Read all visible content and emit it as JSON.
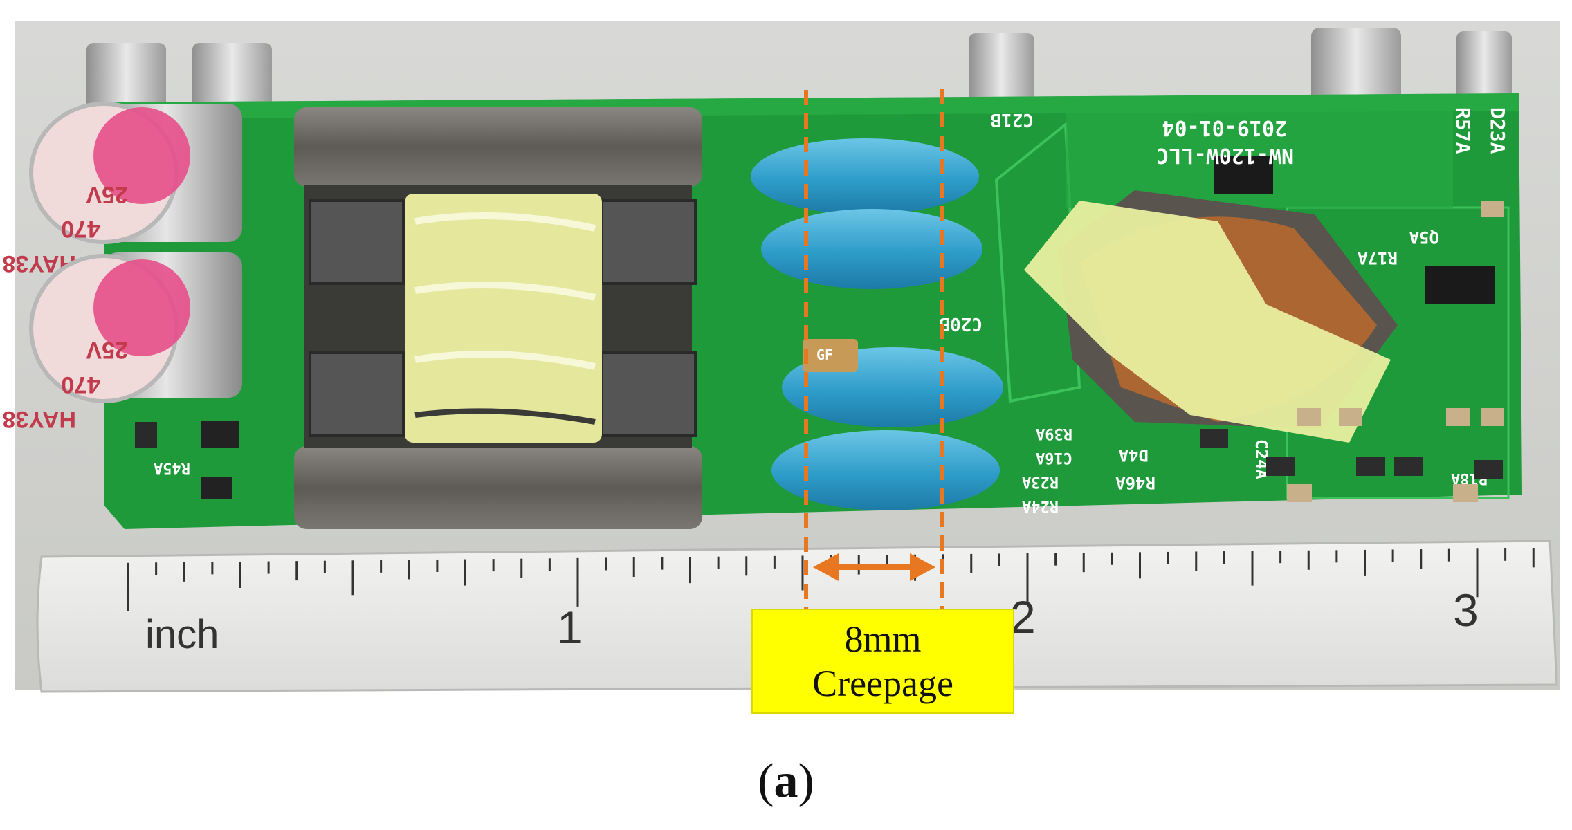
{
  "figure": {
    "caption_open": "(",
    "caption_letter": "a",
    "caption_close": ")"
  },
  "annotation": {
    "line1": "8mm",
    "line2": "Creepage",
    "color": "#e87722",
    "box_color": "#ffff00"
  },
  "ruler": {
    "unit": "inch",
    "marks": [
      "1",
      "2",
      "3"
    ]
  },
  "capacitors": [
    {
      "line1": "25V",
      "line2": "470",
      "line3": "HAY38"
    },
    {
      "line1": "25V",
      "line2": "470",
      "line3": "HAY38"
    }
  ],
  "silkscreen": {
    "board_name": "NW-120W-LLC",
    "date": "2019-01-04",
    "refs": [
      "C21B",
      "C20B",
      "R57A",
      "D23A",
      "Q5A",
      "R17A",
      "C24A",
      "D4A",
      "R46A",
      "R39A",
      "C16A",
      "R23A",
      "R24A",
      "R18A",
      "R45A",
      "GF"
    ]
  },
  "colors": {
    "pcb": "#1f9a3a",
    "y_cap": "#3fa9d0",
    "tape": "#e8ef9f",
    "ferrite": "#6e6a66"
  }
}
